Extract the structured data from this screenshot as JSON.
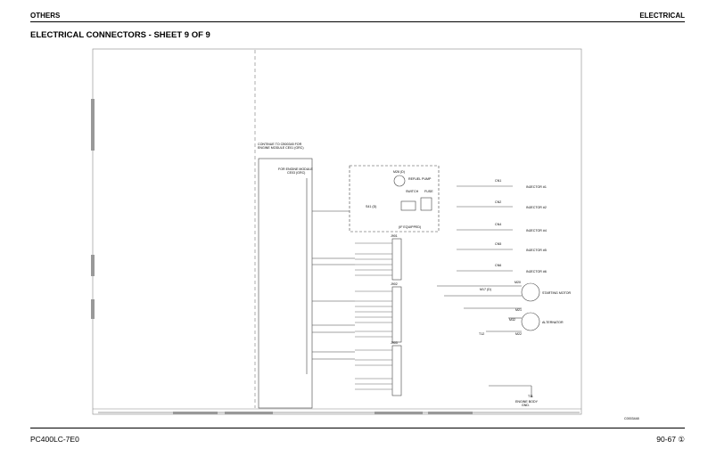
{
  "header": {
    "section_left": "OTHERS",
    "section_right": "ELECTRICAL"
  },
  "title": "ELECTRICAL CONNECTORS - SHEET 9 OF 9",
  "footer": {
    "model": "PC400LC-7E0",
    "page": "90-67 ①"
  },
  "drawing_id": "C0003448",
  "labels": {
    "continue_note_1": "CONTINUE TO CB00345 FOR",
    "continue_note_2": "ENGINE MODULE CE01 (GRC)",
    "engine_module_1": "FOR ENGINE MODULE",
    "engine_module_2": "CE03 (GRC)",
    "refuel_pump_id": "M26 (D)",
    "refuel_pump": "REFUEL PUMP",
    "switch": "SWITCH",
    "fuse": "FUSE",
    "s41": "S41 (D)",
    "if_equipped": "(IF EQUIPPED)",
    "starting_motor_id": "M20",
    "starting_motor_relay": "M17 (D)",
    "starting_motor": "STARTING MOTOR",
    "alternator_a": "M21",
    "alternator_b": "M32",
    "alternator_c": "M22",
    "alternator": "ALTERNATOR",
    "t12": "T12",
    "t11": "T11",
    "engine_body_gnd_1": "ENGINE BODY",
    "engine_body_gnd_2": "GND."
  },
  "injectors": [
    {
      "connector": "CN1",
      "label": "INJECTOR #1"
    },
    {
      "connector": "CN2",
      "label": "INJECTOR #2"
    },
    {
      "connector": "CN4",
      "label": "INJECTOR #4"
    },
    {
      "connector": "CN5",
      "label": "INJECTOR #5"
    },
    {
      "connector": "CN6",
      "label": "INJECTOR #6"
    }
  ],
  "junctions": [
    "J901",
    "J902",
    "J903"
  ]
}
